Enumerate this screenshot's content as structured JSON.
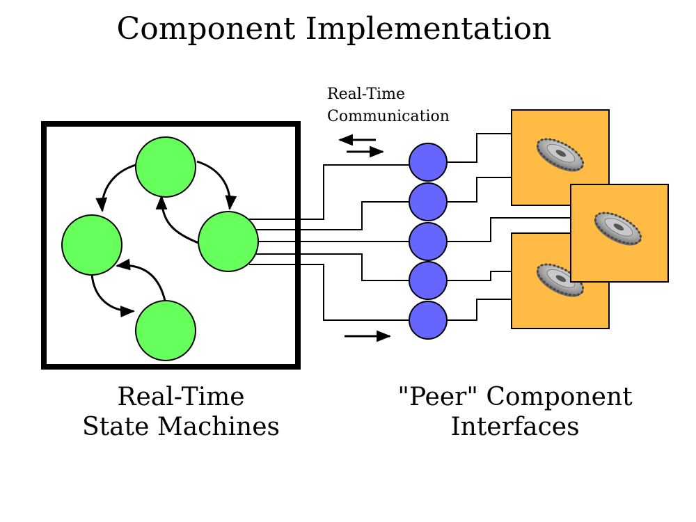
{
  "title": "Component Implementation",
  "communication_label": [
    "Real-Time",
    "Communication"
  ],
  "state_machines_label": [
    "Real-Time",
    "State Machines"
  ],
  "peer_interfaces_label": [
    "\"Peer\" Component",
    "Interfaces"
  ],
  "colors": {
    "state": "#66ff5c",
    "port": "#6666ff",
    "interface_box": "#ffbb44",
    "line": "#000000"
  },
  "icons": [
    "gear-icon",
    "gear-icon",
    "gear-icon"
  ]
}
